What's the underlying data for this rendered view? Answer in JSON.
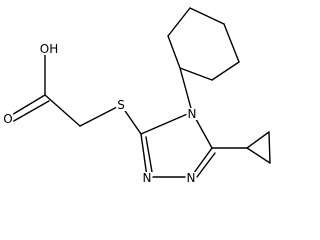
{
  "atoms": {
    "oh": "OH",
    "o_carbonyl": "O",
    "s": "S",
    "n4": "N",
    "n2": "N",
    "n1": "N"
  }
}
